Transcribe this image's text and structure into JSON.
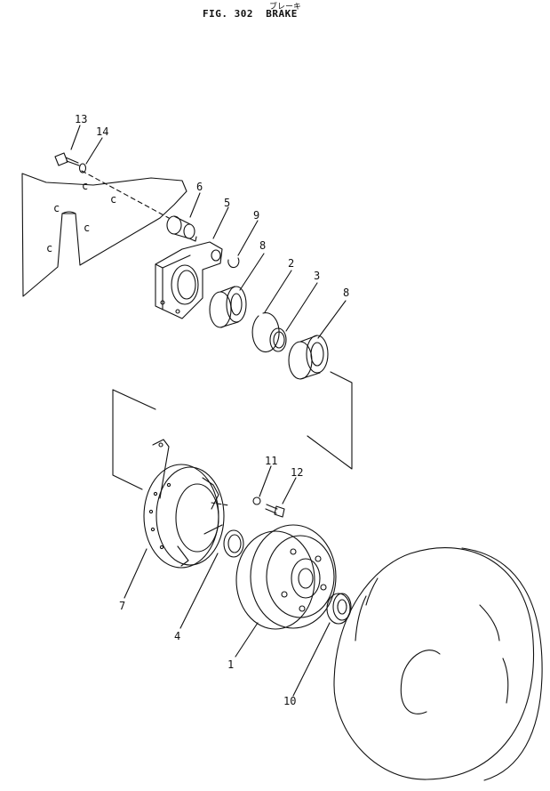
{
  "header": {
    "kana": "ブレーキ",
    "figure": "FIG. 302",
    "name": "BRAKE"
  },
  "callouts": [
    {
      "id": "c13",
      "text": "13"
    },
    {
      "id": "c14",
      "text": "14"
    },
    {
      "id": "c6",
      "text": "6"
    },
    {
      "id": "c5",
      "text": "5"
    },
    {
      "id": "c9",
      "text": "9"
    },
    {
      "id": "c8a",
      "text": "8"
    },
    {
      "id": "c2",
      "text": "2"
    },
    {
      "id": "c3",
      "text": "3"
    },
    {
      "id": "c8b",
      "text": "8"
    },
    {
      "id": "c11",
      "text": "11"
    },
    {
      "id": "c12",
      "text": "12"
    },
    {
      "id": "c7",
      "text": "7"
    },
    {
      "id": "c4",
      "text": "4"
    },
    {
      "id": "c1",
      "text": "1"
    },
    {
      "id": "c10",
      "text": "10"
    }
  ],
  "frame_marks": {
    "mark": "c"
  }
}
